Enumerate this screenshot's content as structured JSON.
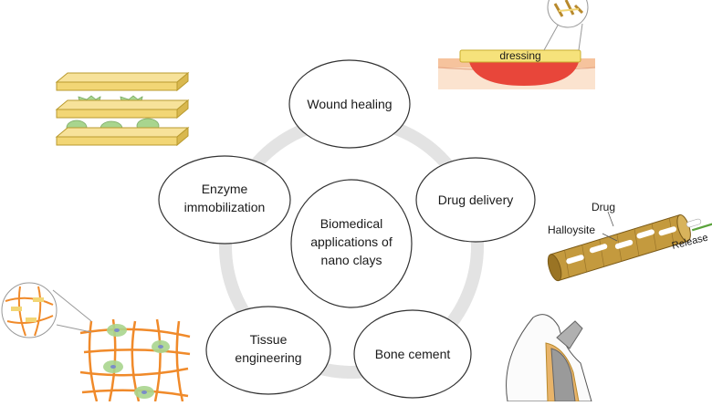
{
  "diagram": {
    "center_lines": [
      "Biomedical",
      "applications of",
      "nano clays"
    ],
    "nodes": {
      "wound": [
        "Wound healing"
      ],
      "drug": [
        "Drug delivery"
      ],
      "bone": [
        "Bone cement"
      ],
      "tissue": [
        "Tissue",
        "engineering"
      ],
      "enzyme": [
        "Enzyme",
        "immobilization"
      ]
    },
    "labels": {
      "dressing": "dressing",
      "drug": "Drug",
      "halloysite": "Halloysite",
      "release": "Release"
    },
    "colors": {
      "ring": "#e3e3e3",
      "node_fill": "#ffffff",
      "node_stroke": "#333333",
      "clay_layer": "#f2d675",
      "enzyme": "#a8d58e",
      "skin": "#f6c39d",
      "wound": "#e8463a",
      "tube": "#b8892c",
      "scaffold": "#f08a2a",
      "arrow": "#5aa33c"
    }
  }
}
